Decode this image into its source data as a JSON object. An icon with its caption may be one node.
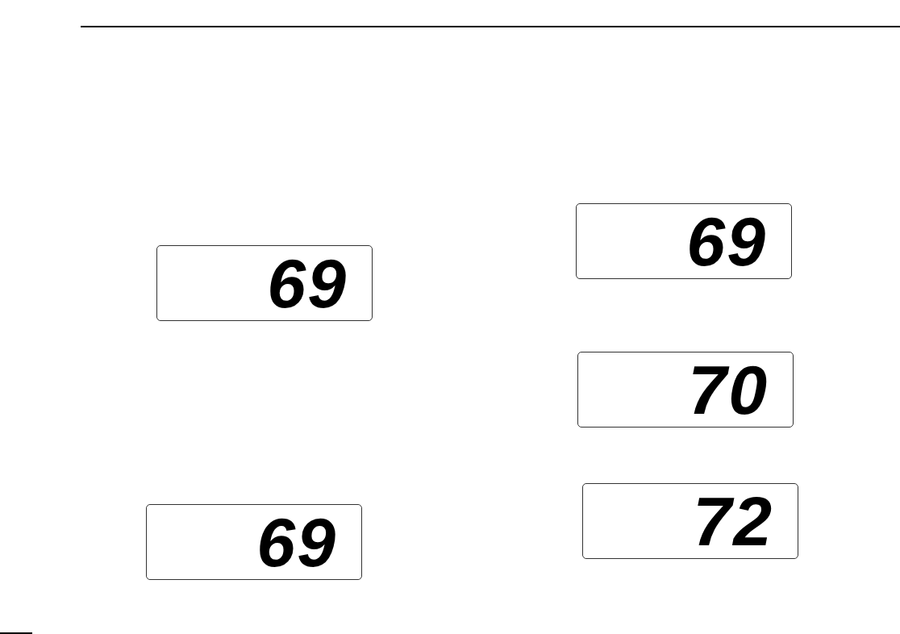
{
  "diagram": {
    "nodes": [
      {
        "text": [
          "69"
        ]
      },
      {
        "text": [
          "69"
        ]
      },
      {
        "text": [
          "69"
        ]
      },
      {
        "text": [
          "70"
        ]
      },
      {
        "text": [
          "72"
        ]
      }
    ]
  }
}
